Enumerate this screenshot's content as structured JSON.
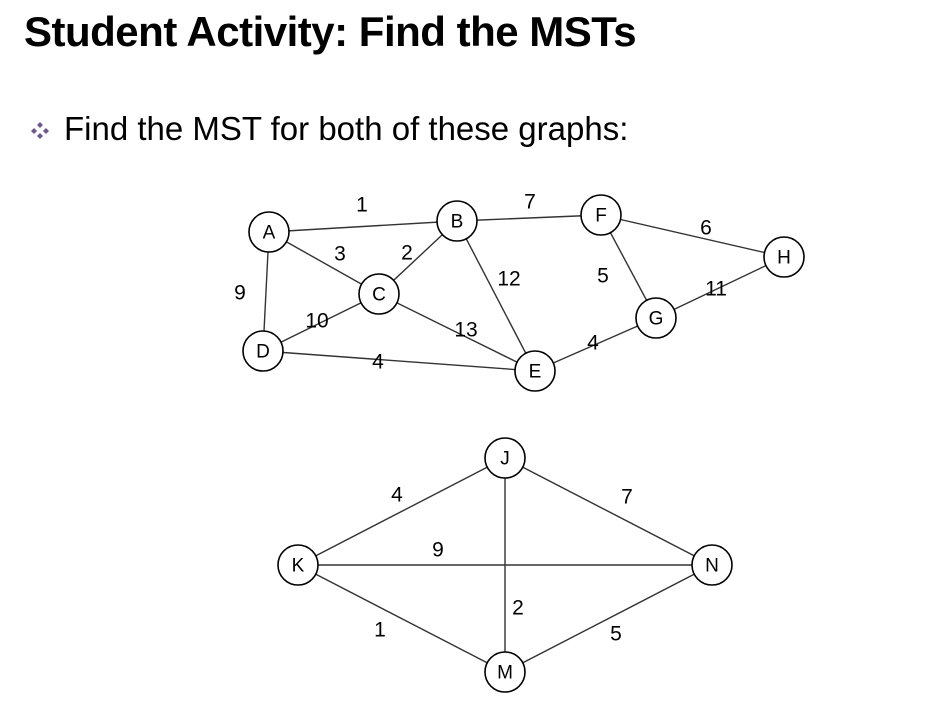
{
  "title": "Student Activity: Find the MSTs",
  "bullet": "Find the MST for both of these graphs:",
  "graph1": {
    "nodes": [
      "A",
      "B",
      "C",
      "D",
      "E",
      "F",
      "G",
      "H"
    ],
    "edges": [
      {
        "from": "A",
        "to": "B",
        "weight": "1"
      },
      {
        "from": "A",
        "to": "C",
        "weight": "3"
      },
      {
        "from": "A",
        "to": "D",
        "weight": "9"
      },
      {
        "from": "B",
        "to": "C",
        "weight": "2"
      },
      {
        "from": "B",
        "to": "F",
        "weight": "7"
      },
      {
        "from": "B",
        "to": "E",
        "weight": "12"
      },
      {
        "from": "C",
        "to": "D",
        "weight": "10"
      },
      {
        "from": "C",
        "to": "E",
        "weight": "13"
      },
      {
        "from": "D",
        "to": "E",
        "weight": "4"
      },
      {
        "from": "E",
        "to": "G",
        "weight": "4"
      },
      {
        "from": "F",
        "to": "G",
        "weight": "5"
      },
      {
        "from": "F",
        "to": "H",
        "weight": "6"
      },
      {
        "from": "G",
        "to": "H",
        "weight": "11"
      }
    ]
  },
  "graph2": {
    "nodes": [
      "J",
      "K",
      "M",
      "N"
    ],
    "edges": [
      {
        "from": "J",
        "to": "K",
        "weight": "4"
      },
      {
        "from": "J",
        "to": "N",
        "weight": "7"
      },
      {
        "from": "J",
        "to": "M",
        "weight": "2"
      },
      {
        "from": "K",
        "to": "N",
        "weight": "9"
      },
      {
        "from": "K",
        "to": "M",
        "weight": "1"
      },
      {
        "from": "M",
        "to": "N",
        "weight": "5"
      }
    ]
  }
}
